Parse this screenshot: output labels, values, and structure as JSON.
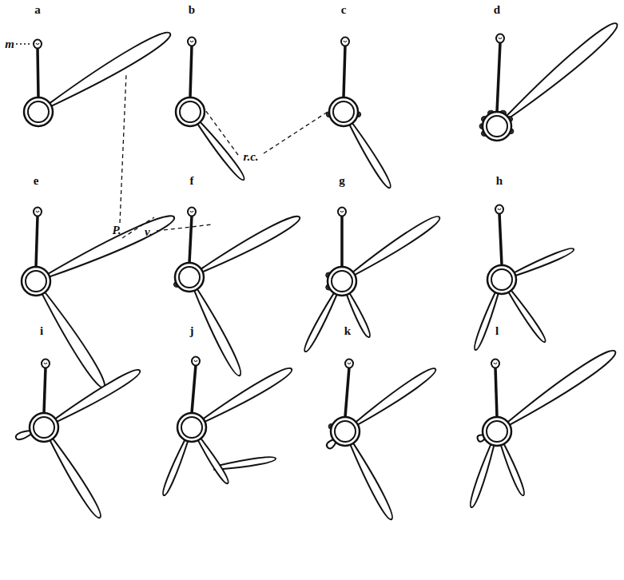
{
  "diagram": {
    "labels": [
      "a",
      "b",
      "c",
      "d",
      "m",
      "r.c.",
      "P.",
      "v.",
      "e",
      "f",
      "g",
      "h",
      "i",
      "j",
      "k",
      "l"
    ]
  }
}
